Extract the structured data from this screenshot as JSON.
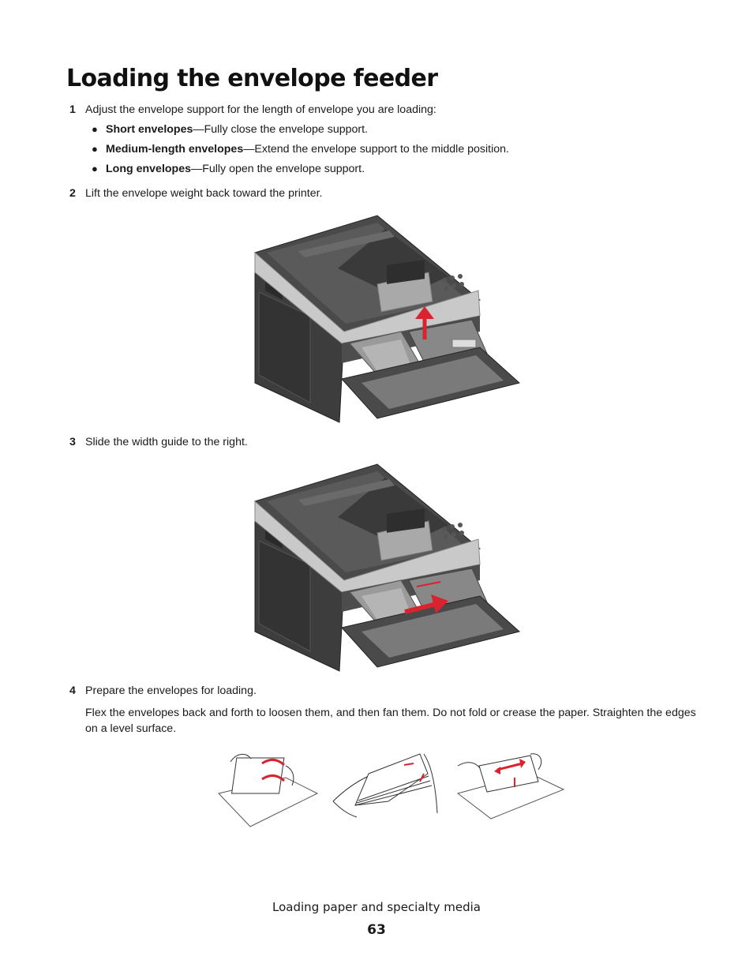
{
  "title": "Loading the envelope feeder",
  "steps": [
    {
      "number": "1",
      "text": "Adjust the envelope support for the length of envelope you are loading:",
      "bullets": [
        {
          "bold": "Short envelopes",
          "rest": "—Fully close the envelope support."
        },
        {
          "bold": "Medium-length envelopes",
          "rest": "—Extend the envelope support to the middle position."
        },
        {
          "bold": "Long envelopes",
          "rest": "—Fully open the envelope support."
        }
      ]
    },
    {
      "number": "2",
      "text": "Lift the envelope weight back toward the printer."
    },
    {
      "number": "3",
      "text": "Slide the width guide to the right."
    },
    {
      "number": "4",
      "text": "Prepare the envelopes for loading.",
      "detail": "Flex the envelopes back and forth to loosen them, and then fan them. Do not fold or crease the paper. Straighten the edges on a level surface."
    }
  ],
  "footer": {
    "section": "Loading paper and specialty media",
    "page": "63"
  },
  "colors": {
    "arrow": "#d9232e",
    "printer_dark": "#3a3a3a",
    "printer_light": "#bfbfbf"
  }
}
